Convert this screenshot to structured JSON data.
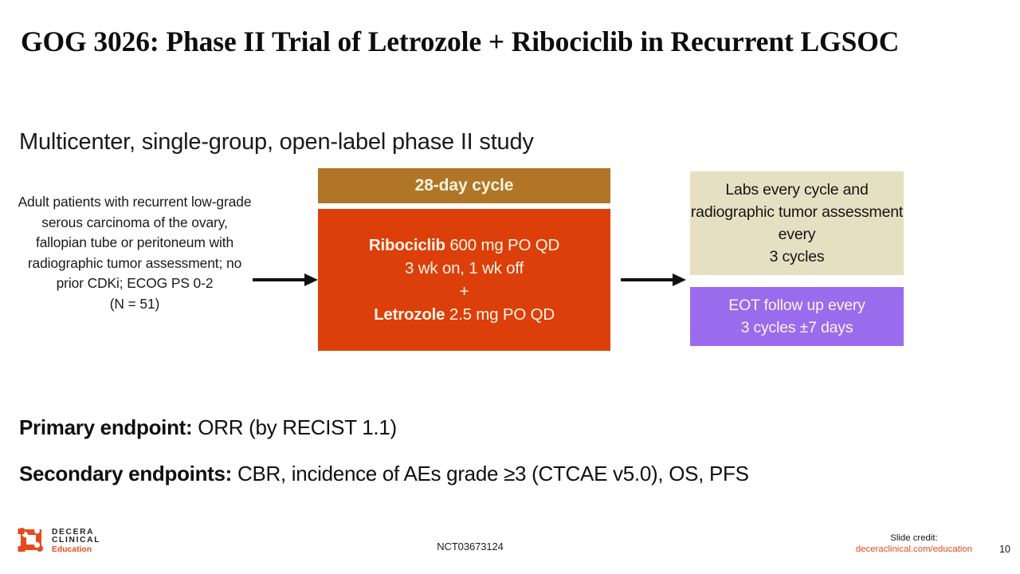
{
  "slide": {
    "title": "GOG 3026: Phase II Trial of Letrozole + Ribociclib in Recurrent LGSOC",
    "subtitle": "Multicenter, single-group, open-label phase II study",
    "page_number": "10",
    "trial_id": "NCT03673124"
  },
  "population": {
    "text": "Adult patients with recurrent low-grade serous carcinoma of the ovary, fallopian tube or peritoneum with radiographic tumor assessment; no prior CDKi; ECOG PS 0-2\n(N = 51)"
  },
  "treatment": {
    "cycle_label": "28-day cycle",
    "drug1_name": "Ribociclib",
    "drug1_dose": " 600 mg PO QD",
    "drug1_schedule": "3 wk on, 1 wk off",
    "plus": "+",
    "drug2_name": "Letrozole",
    "drug2_dose": " 2.5 mg PO QD"
  },
  "assessments": {
    "labs_imaging": "Labs every cycle and radiographic tumor assessment every\n3 cycles",
    "followup": "EOT follow up every\n3 cycles ±7 days"
  },
  "endpoints": {
    "primary_label": "Primary endpoint:",
    "primary_value": " ORR (by RECIST 1.1)",
    "secondary_label": "Secondary endpoints:",
    "secondary_value": " CBR, incidence of AEs grade ≥3 (CTCAE v5.0), OS, PFS"
  },
  "footer": {
    "logo_line1": "DECERA",
    "logo_line2": "CLINICAL",
    "logo_line3": "Education",
    "credit_label": "Slide credit:",
    "credit_url": "deceraclinical.com/education"
  },
  "colors": {
    "cycle_band": "#b07526",
    "regimen_box": "#dc3f0a",
    "assessment_box": "#e6e0c3",
    "followup_box": "#9b6bee",
    "brand_orange": "#e8491c"
  }
}
